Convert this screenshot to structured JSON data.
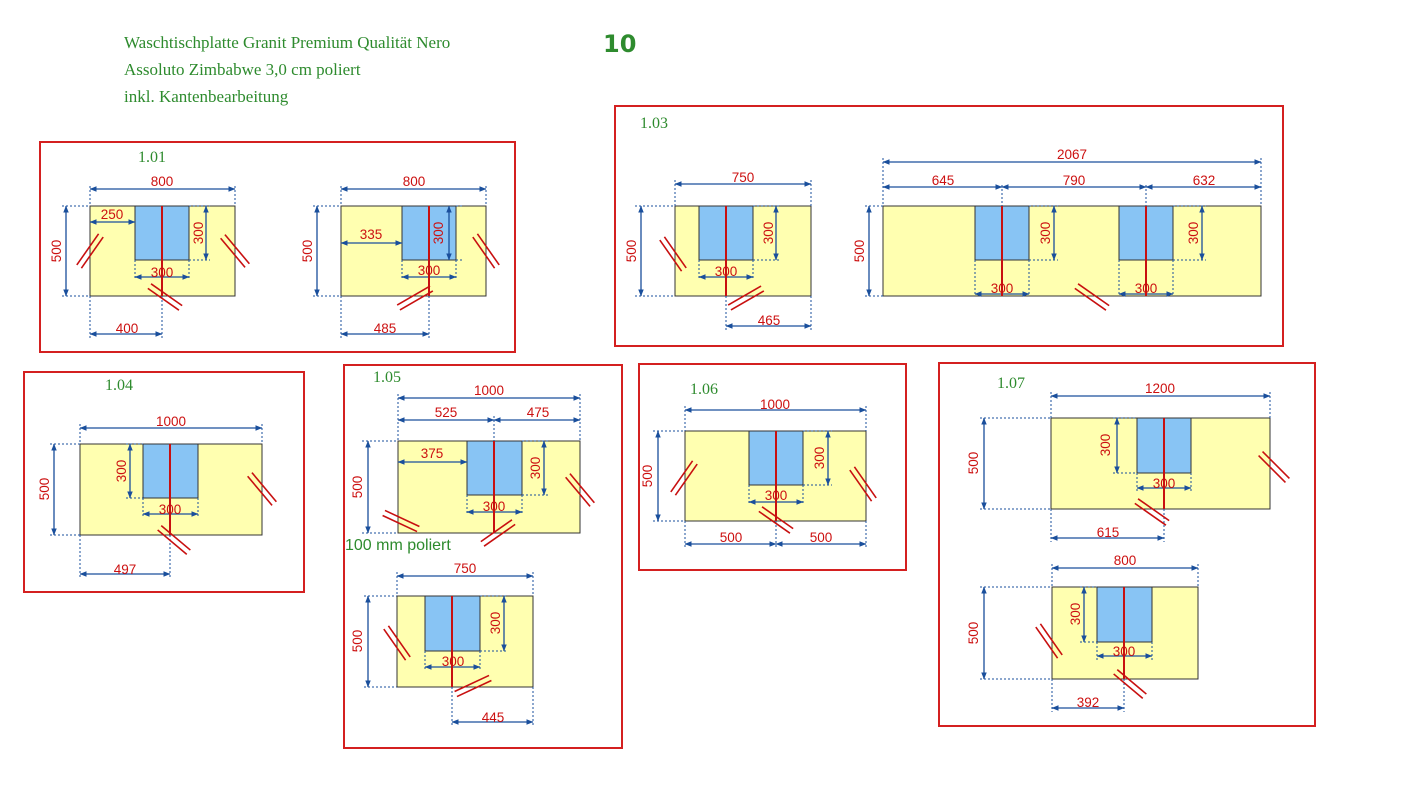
{
  "header": {
    "line1": "Waschtischplatte Granit Premium Qualität Nero",
    "line2": "Assoluto Zimbabwe 3,0 cm poliert",
    "line3": "inkl. Kantenbearbeitung",
    "number": "10"
  },
  "colors": {
    "frame": "#d42020",
    "slab": "#ffffb0",
    "basin": "#88c4f4",
    "dim": "#1a4f9c",
    "label": "#cc1111",
    "accent": "#2e8b2e"
  },
  "groups": [
    {
      "id": "1.01",
      "extra": ""
    },
    {
      "id": "1.03",
      "extra": ""
    },
    {
      "id": "1.04",
      "extra": ""
    },
    {
      "id": "1.05",
      "extra": "100 mm poliert"
    },
    {
      "id": "1.06",
      "extra": ""
    },
    {
      "id": "1.07",
      "extra": ""
    }
  ],
  "pieces": [
    {
      "group": "1.01",
      "width": "800",
      "depth": "500",
      "basin_w": "300",
      "basin_d": "300",
      "offset": "400",
      "left": "250"
    },
    {
      "group": "1.01",
      "width": "800",
      "depth": "500",
      "basin_w": "300",
      "basin_d": "300",
      "offset": "485",
      "left": "335"
    },
    {
      "group": "1.03",
      "width": "750",
      "depth": "500",
      "basin_w": "300",
      "basin_d": "300",
      "offset": "465"
    },
    {
      "group": "1.03",
      "width": "2067",
      "depth": "500",
      "segments": [
        "645",
        "790",
        "632"
      ],
      "basin_w": [
        "300",
        "300"
      ],
      "basin_d": [
        "300",
        "300"
      ]
    },
    {
      "group": "1.04",
      "width": "1000",
      "depth": "500",
      "basin_w": "300",
      "basin_d": "300",
      "offset": "497"
    },
    {
      "group": "1.05",
      "width": "1000",
      "depth": "500",
      "segments": [
        "525",
        "475"
      ],
      "basin_w": "300",
      "basin_d": "300",
      "left": "375"
    },
    {
      "group": "1.05",
      "width": "750",
      "depth": "500",
      "basin_w": "300",
      "basin_d": "300",
      "offset": "445"
    },
    {
      "group": "1.06",
      "width": "1000",
      "depth": "500",
      "basin_w": "300",
      "basin_d": "300",
      "bottom": [
        "500",
        "500"
      ]
    },
    {
      "group": "1.07",
      "width": "1200",
      "depth": "500",
      "basin_w": "300",
      "basin_d": "300",
      "offset": "615"
    },
    {
      "group": "1.07",
      "width": "800",
      "depth": "500",
      "basin_w": "300",
      "basin_d": "300",
      "offset": "392"
    }
  ]
}
